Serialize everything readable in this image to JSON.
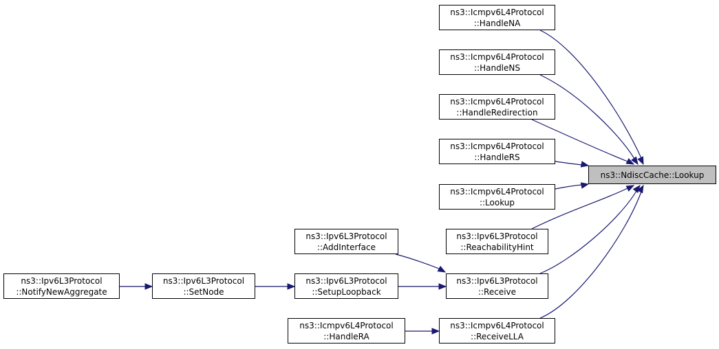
{
  "graph": {
    "edge_color": "#191970",
    "root_fill": "#bfbfbf",
    "nodes": {
      "lookup_root": {
        "lines": [
          "ns3::NdiscCache::Lookup"
        ]
      },
      "handle_na": {
        "lines": [
          "ns3::Icmpv6L4Protocol",
          "::HandleNA"
        ]
      },
      "handle_ns": {
        "lines": [
          "ns3::Icmpv6L4Protocol",
          "::HandleNS"
        ]
      },
      "handle_redirection": {
        "lines": [
          "ns3::Icmpv6L4Protocol",
          "::HandleRedirection"
        ]
      },
      "handle_rs": {
        "lines": [
          "ns3::Icmpv6L4Protocol",
          "::HandleRS"
        ]
      },
      "icmp_lookup": {
        "lines": [
          "ns3::Icmpv6L4Protocol",
          "::Lookup"
        ]
      },
      "reachability_hint": {
        "lines": [
          "ns3::Ipv6L3Protocol",
          "::ReachabilityHint"
        ]
      },
      "receive": {
        "lines": [
          "ns3::Ipv6L3Protocol",
          "::Receive"
        ]
      },
      "receive_lla": {
        "lines": [
          "ns3::Icmpv6L4Protocol",
          "::ReceiveLLA"
        ]
      },
      "add_interface": {
        "lines": [
          "ns3::Ipv6L3Protocol",
          "::AddInterface"
        ]
      },
      "setup_loopback": {
        "lines": [
          "ns3::Ipv6L3Protocol",
          "::SetupLoopback"
        ]
      },
      "handle_ra": {
        "lines": [
          "ns3::Icmpv6L4Protocol",
          "::HandleRA"
        ]
      },
      "set_node": {
        "lines": [
          "ns3::Ipv6L3Protocol",
          "::SetNode"
        ]
      },
      "notify_new_aggregate": {
        "lines": [
          "ns3::Ipv6L3Protocol",
          "::NotifyNewAggregate"
        ]
      }
    },
    "edges": [
      {
        "from": "handle_na",
        "to": "lookup_root"
      },
      {
        "from": "handle_ns",
        "to": "lookup_root"
      },
      {
        "from": "handle_redirection",
        "to": "lookup_root"
      },
      {
        "from": "handle_rs",
        "to": "lookup_root"
      },
      {
        "from": "icmp_lookup",
        "to": "lookup_root"
      },
      {
        "from": "reachability_hint",
        "to": "lookup_root"
      },
      {
        "from": "receive",
        "to": "lookup_root"
      },
      {
        "from": "receive_lla",
        "to": "lookup_root"
      },
      {
        "from": "add_interface",
        "to": "receive"
      },
      {
        "from": "setup_loopback",
        "to": "receive"
      },
      {
        "from": "handle_ra",
        "to": "receive_lla"
      },
      {
        "from": "set_node",
        "to": "setup_loopback"
      },
      {
        "from": "notify_new_aggregate",
        "to": "set_node"
      }
    ]
  }
}
